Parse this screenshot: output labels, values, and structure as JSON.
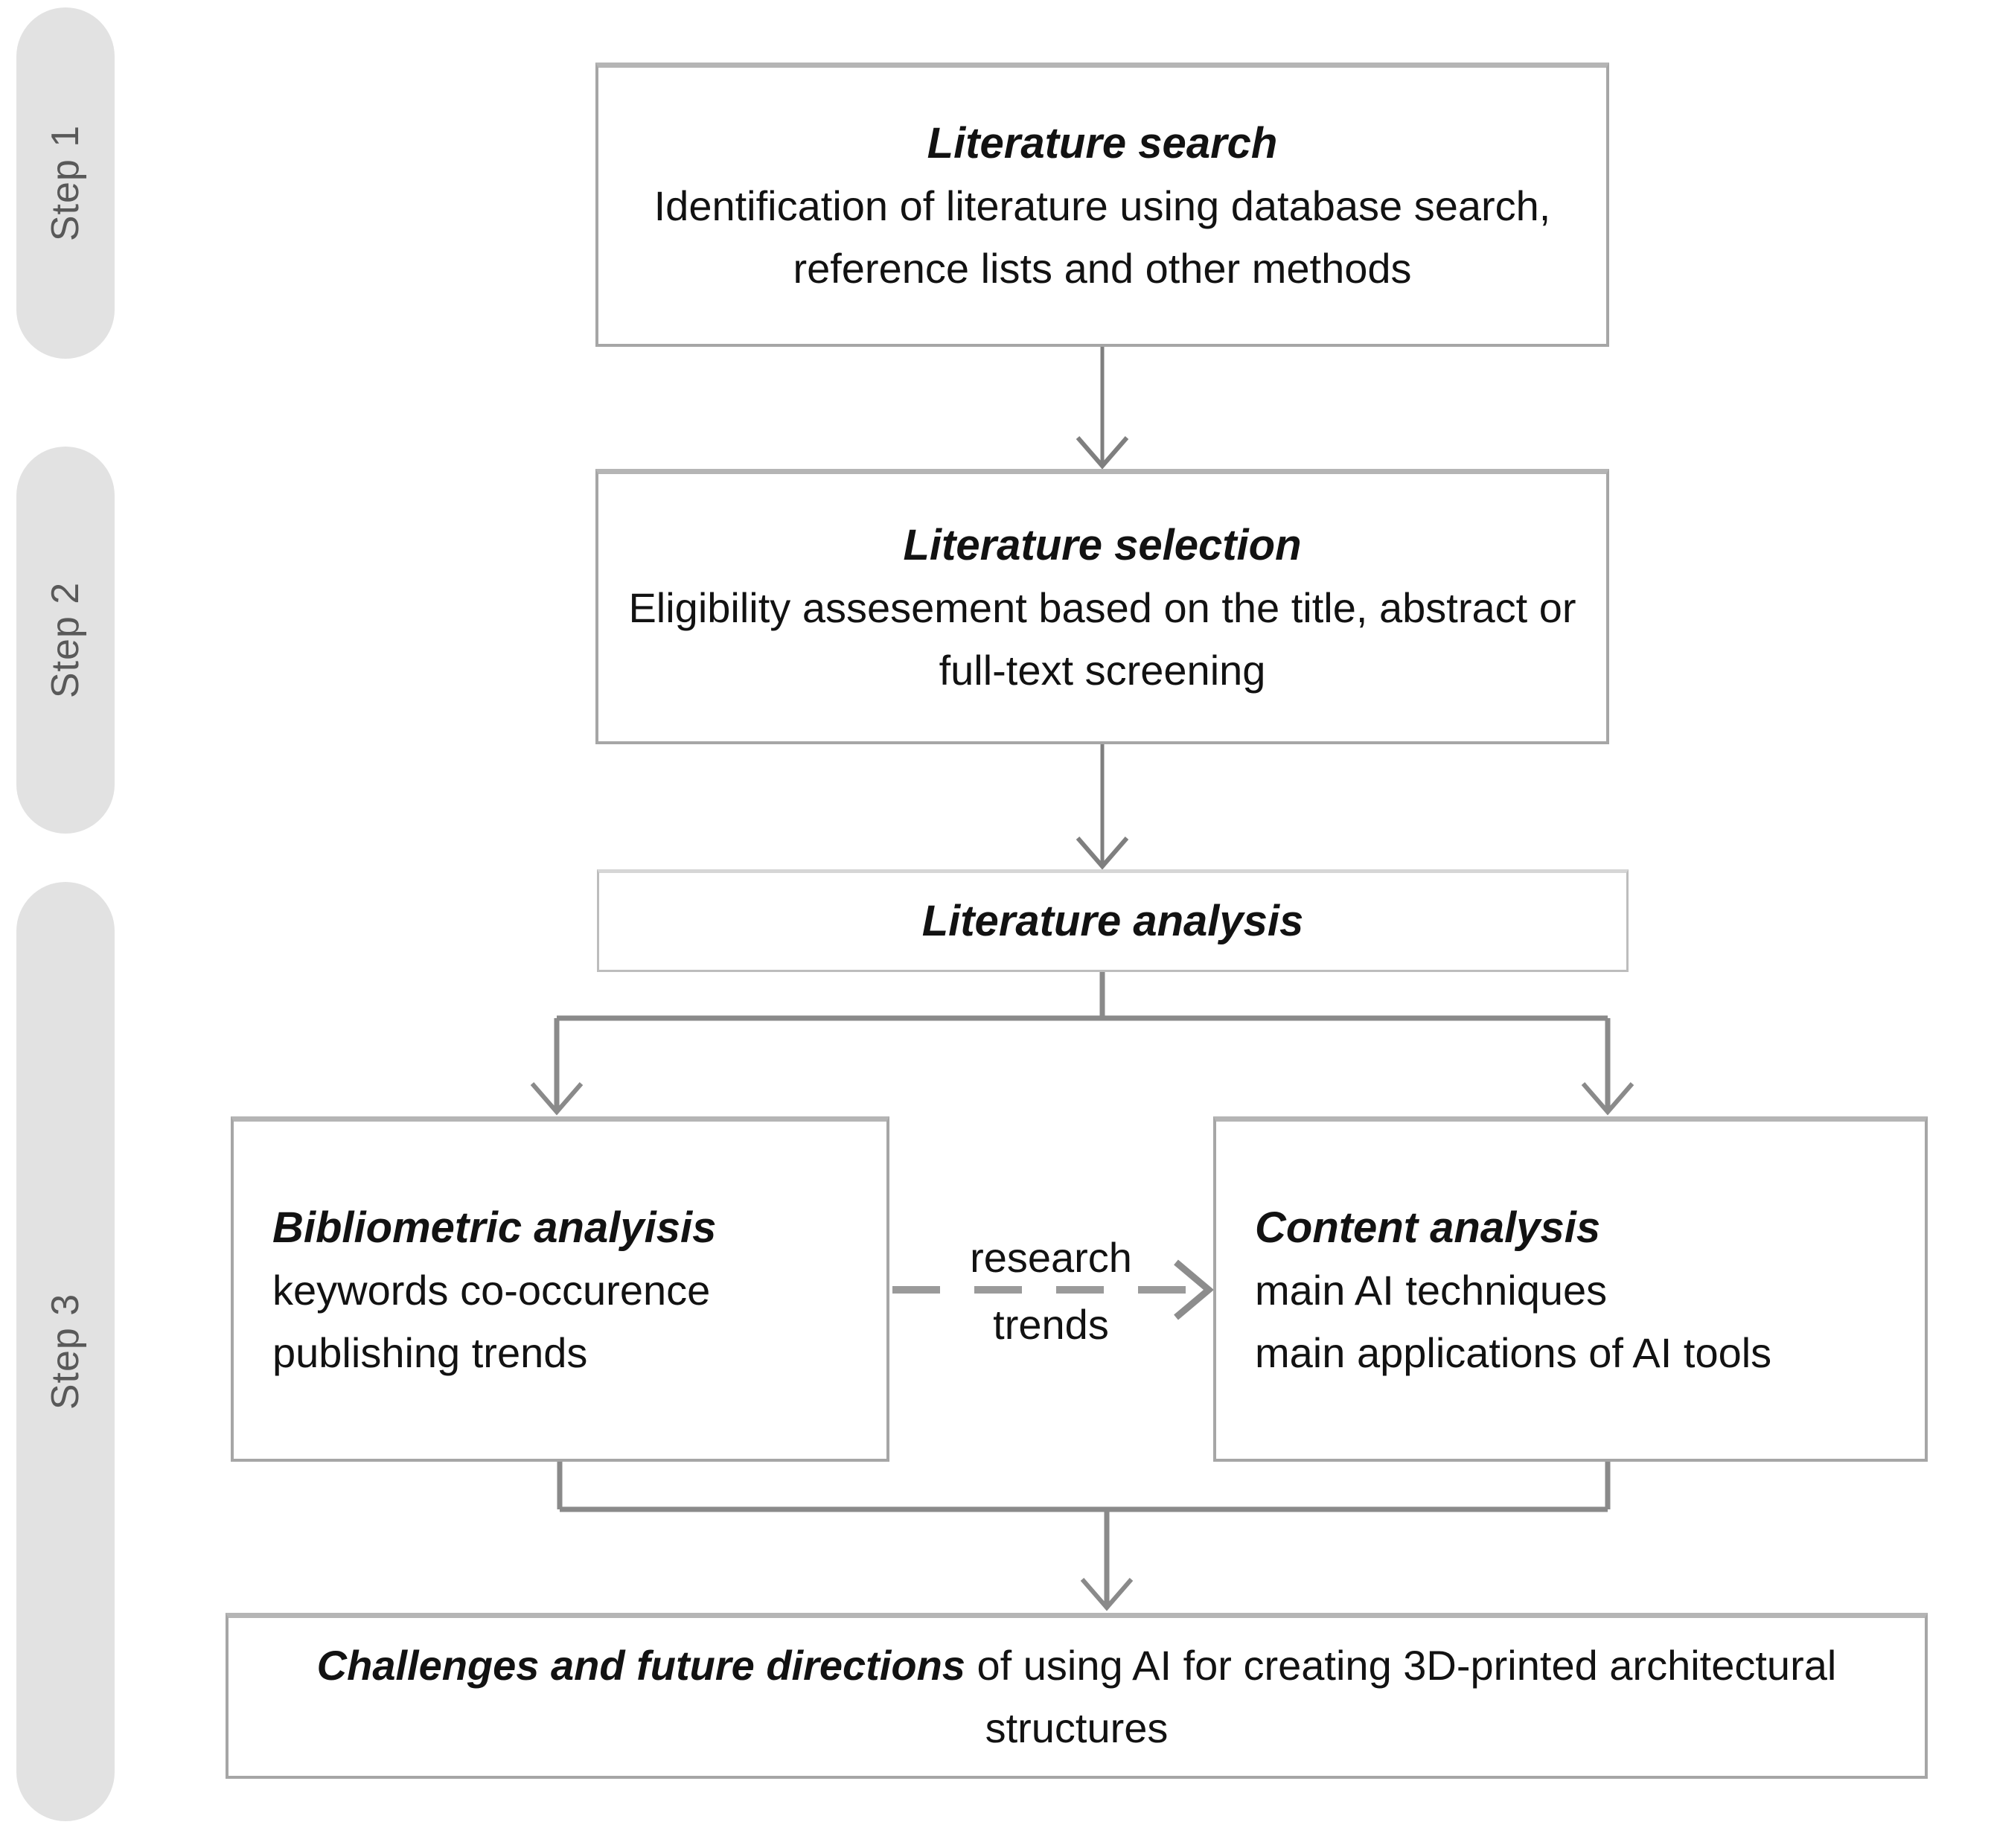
{
  "diagram": {
    "steps": [
      {
        "label": "Step 1"
      },
      {
        "label": "Step 2"
      },
      {
        "label": "Step 3"
      }
    ],
    "literature_search": {
      "title": "Literature search",
      "body": "Identification of literature using database search, reference lists and other methods"
    },
    "literature_selection": {
      "title": "Literature selection",
      "body": "Eligibility assesement based on the title, abstract or full-text screening"
    },
    "literature_analysis": {
      "title": "Literature analysis"
    },
    "bibliometric_analysis": {
      "title": "Bibliometric analyisis",
      "line1": "keywords co-occurence",
      "line2": "publishing trends"
    },
    "content_analysis": {
      "title": "Content analysis",
      "line1": "main AI techniques",
      "line2": "main applications of AI tools"
    },
    "challenges": {
      "title_bold": "Challenges and future directions",
      "rest": " of using AI for creating 3D-printed architectural structures"
    },
    "dashed_arrow_label": {
      "line1": "research",
      "line2": "trends"
    }
  },
  "colors": {
    "box_border": "#a6a6a6",
    "light_box_border": "#bdbdbd",
    "connector": "#7f7f7f",
    "dash": "#9a9a9a",
    "pill_background": "#e2e2e2",
    "pill_text": "#595959",
    "text": "#121212",
    "background": "#ffffff"
  }
}
